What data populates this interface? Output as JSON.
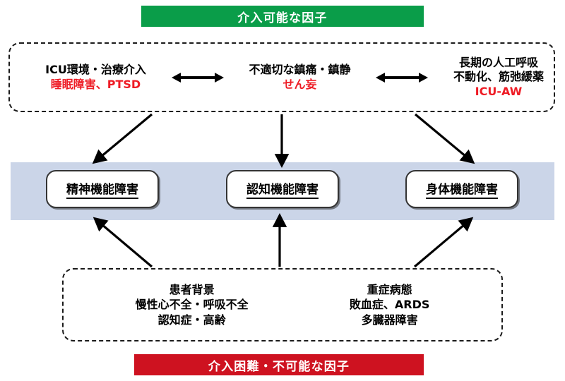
{
  "banners": {
    "top": {
      "label": "介入可能な因子",
      "bg": "#0A9D49",
      "text_color": "#FFFFFF"
    },
    "bottom": {
      "label": "介入困難・不可能な因子",
      "bg": "#CE1220",
      "text_color": "#FFFFFF"
    }
  },
  "modifiable_factors": [
    {
      "title": "ICU環境・治療介入",
      "outcome": "睡眠障害、PTSD",
      "outcome_color": "#EE1C25"
    },
    {
      "title": "不適切な鎮痛・鎮静",
      "outcome": "せん妄",
      "outcome_color": "#EE1C25"
    },
    {
      "title_line1": "長期の人工呼吸",
      "title_line2": "不動化、筋弛緩薬",
      "outcome": "ICU-AW",
      "outcome_color": "#EE1C25"
    }
  ],
  "bidirectional_arrows": [
    "双方向矢印",
    "双方向矢印"
  ],
  "outcomes": {
    "band_color": "#CBD5E8",
    "items": [
      {
        "label": "精神機能障害"
      },
      {
        "label": "認知機能障害"
      },
      {
        "label": "身体機能障害"
      }
    ]
  },
  "nonmodifiable_factors": [
    {
      "title": "患者背景",
      "line2": "慢性心不全・呼吸不全",
      "line3": "認知症・高齢"
    },
    {
      "title": "重症病態",
      "line2": "敗血症、ARDS",
      "line3": "多臓器障害"
    }
  ]
}
